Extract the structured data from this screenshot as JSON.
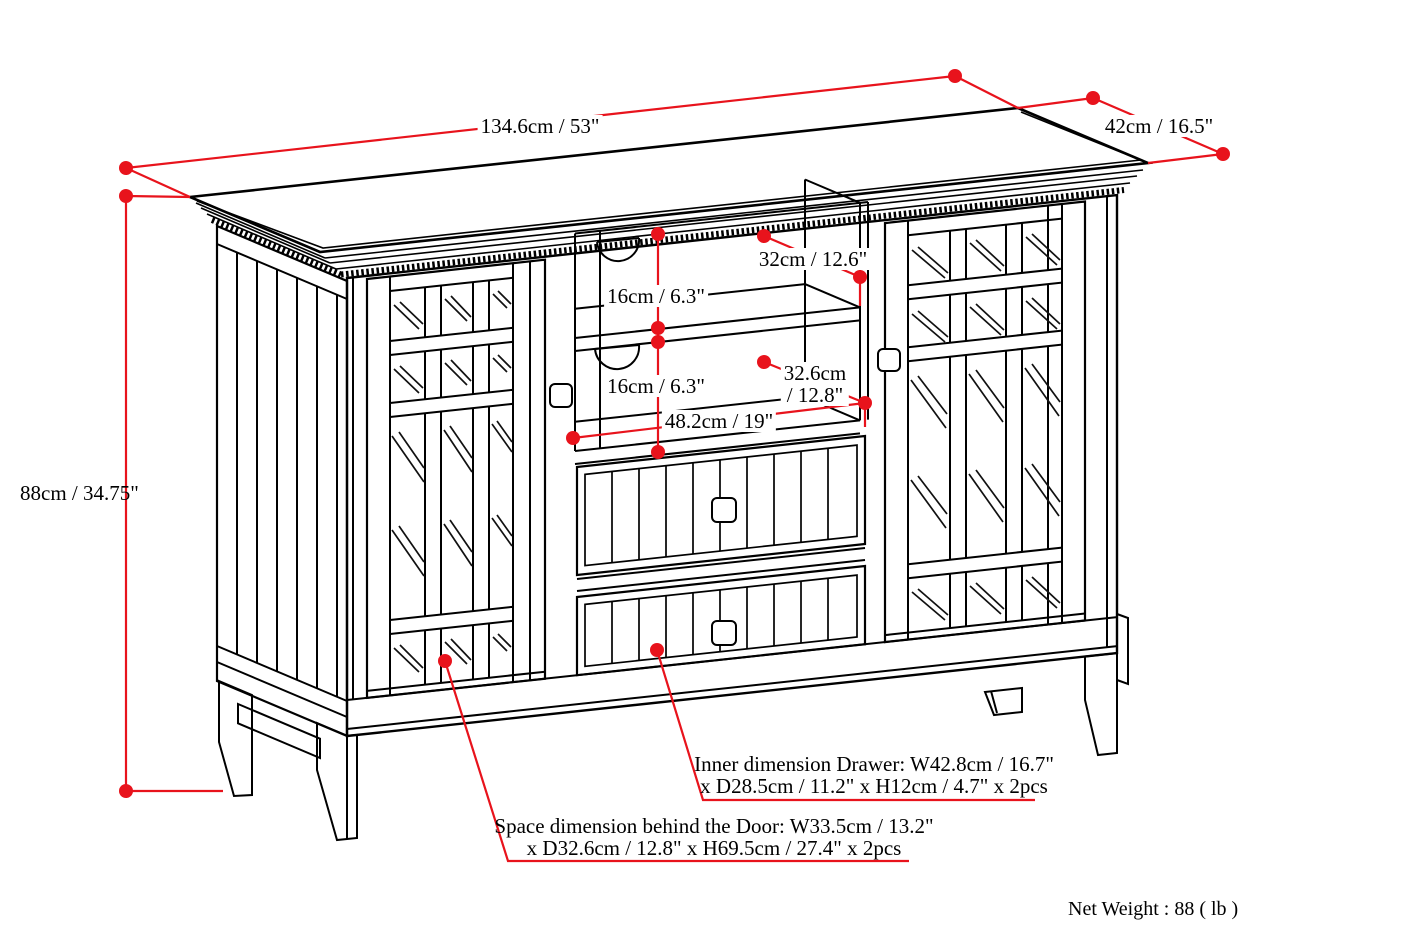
{
  "diagram_type": "furniture dimension drawing (TV stand / sideboard)",
  "colors": {
    "dimension_line": "#e8131c",
    "art_line": "#000000",
    "background": "#ffffff"
  },
  "labels": {
    "width": "134.6cm / 53\"",
    "depth": "42cm / 16.5\"",
    "height": "88cm / 34.75\"",
    "shelf_top_gap": "16cm / 6.3\"",
    "shelf_bottom_gap": "16cm / 6.3\"",
    "top_shelf_depth": "32cm / 12.6\"",
    "mid_depth_line1": "32.6cm",
    "mid_depth_line2": "/ 12.8\"",
    "opening_width": "48.2cm / 19\"",
    "drawer_note_line1": "Inner dimension Drawer: W42.8cm / 16.7\"",
    "drawer_note_line2": "x D28.5cm / 11.2\" x H12cm / 4.7\" x 2pcs",
    "door_note_line1": "Space dimension behind the Door: W33.5cm / 13.2\"",
    "door_note_line2": "x D32.6cm / 12.8\" x H69.5cm / 27.4\" x 2pcs",
    "net_weight": "Net Weight : 88 ( lb )"
  }
}
